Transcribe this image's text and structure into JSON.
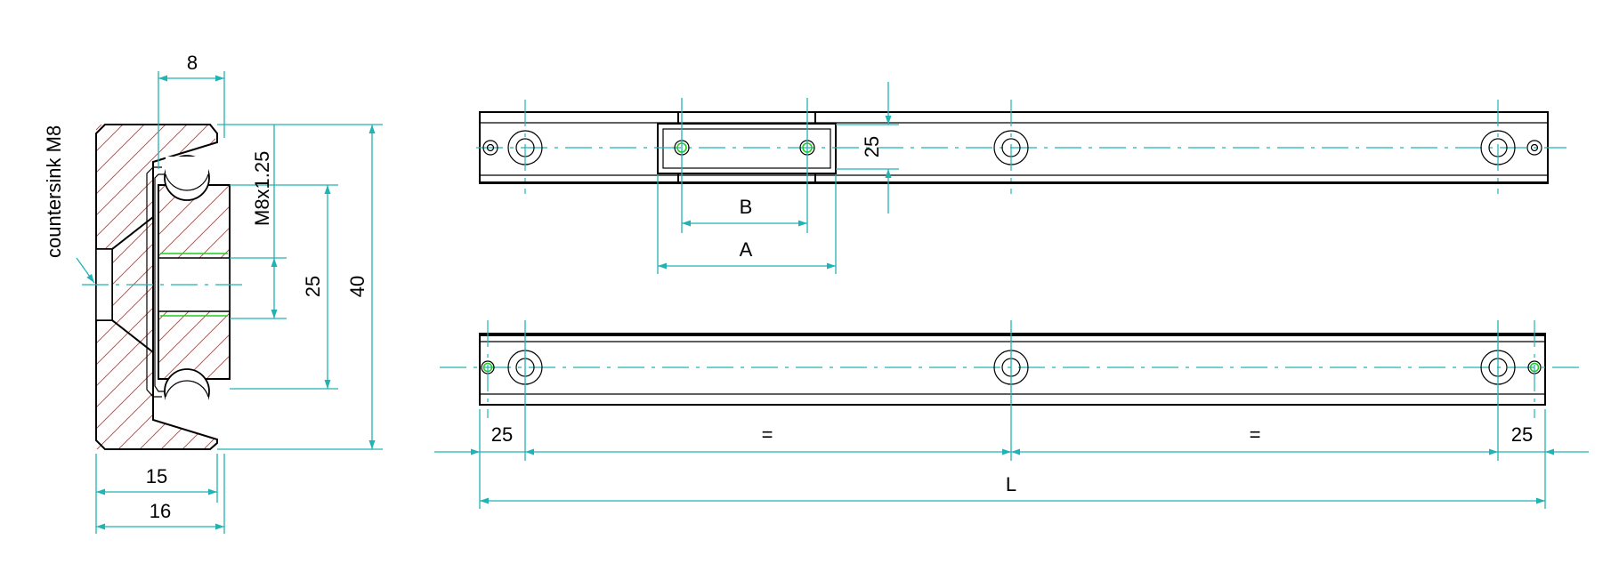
{
  "section_view": {
    "countersink_label": "countersink M8",
    "thread_label": "M8x1.25",
    "dim_top_width": "8",
    "dim_inner_spacing": "25",
    "dim_height": "40",
    "dim_body_width": "15",
    "dim_total_width": "16"
  },
  "top_view": {
    "dim_carriage_height": "25",
    "dim_hole_spacing": "B",
    "dim_carriage_length": "A"
  },
  "bottom_view": {
    "dim_end_left": "25",
    "dim_equal_left": "=",
    "dim_equal_right": "=",
    "dim_end_right": "25",
    "dim_total_length": "L"
  },
  "colors": {
    "dimension": "#21b3b3",
    "hatch": "#e03030",
    "thread": "#22cc22",
    "outline": "#000000"
  }
}
